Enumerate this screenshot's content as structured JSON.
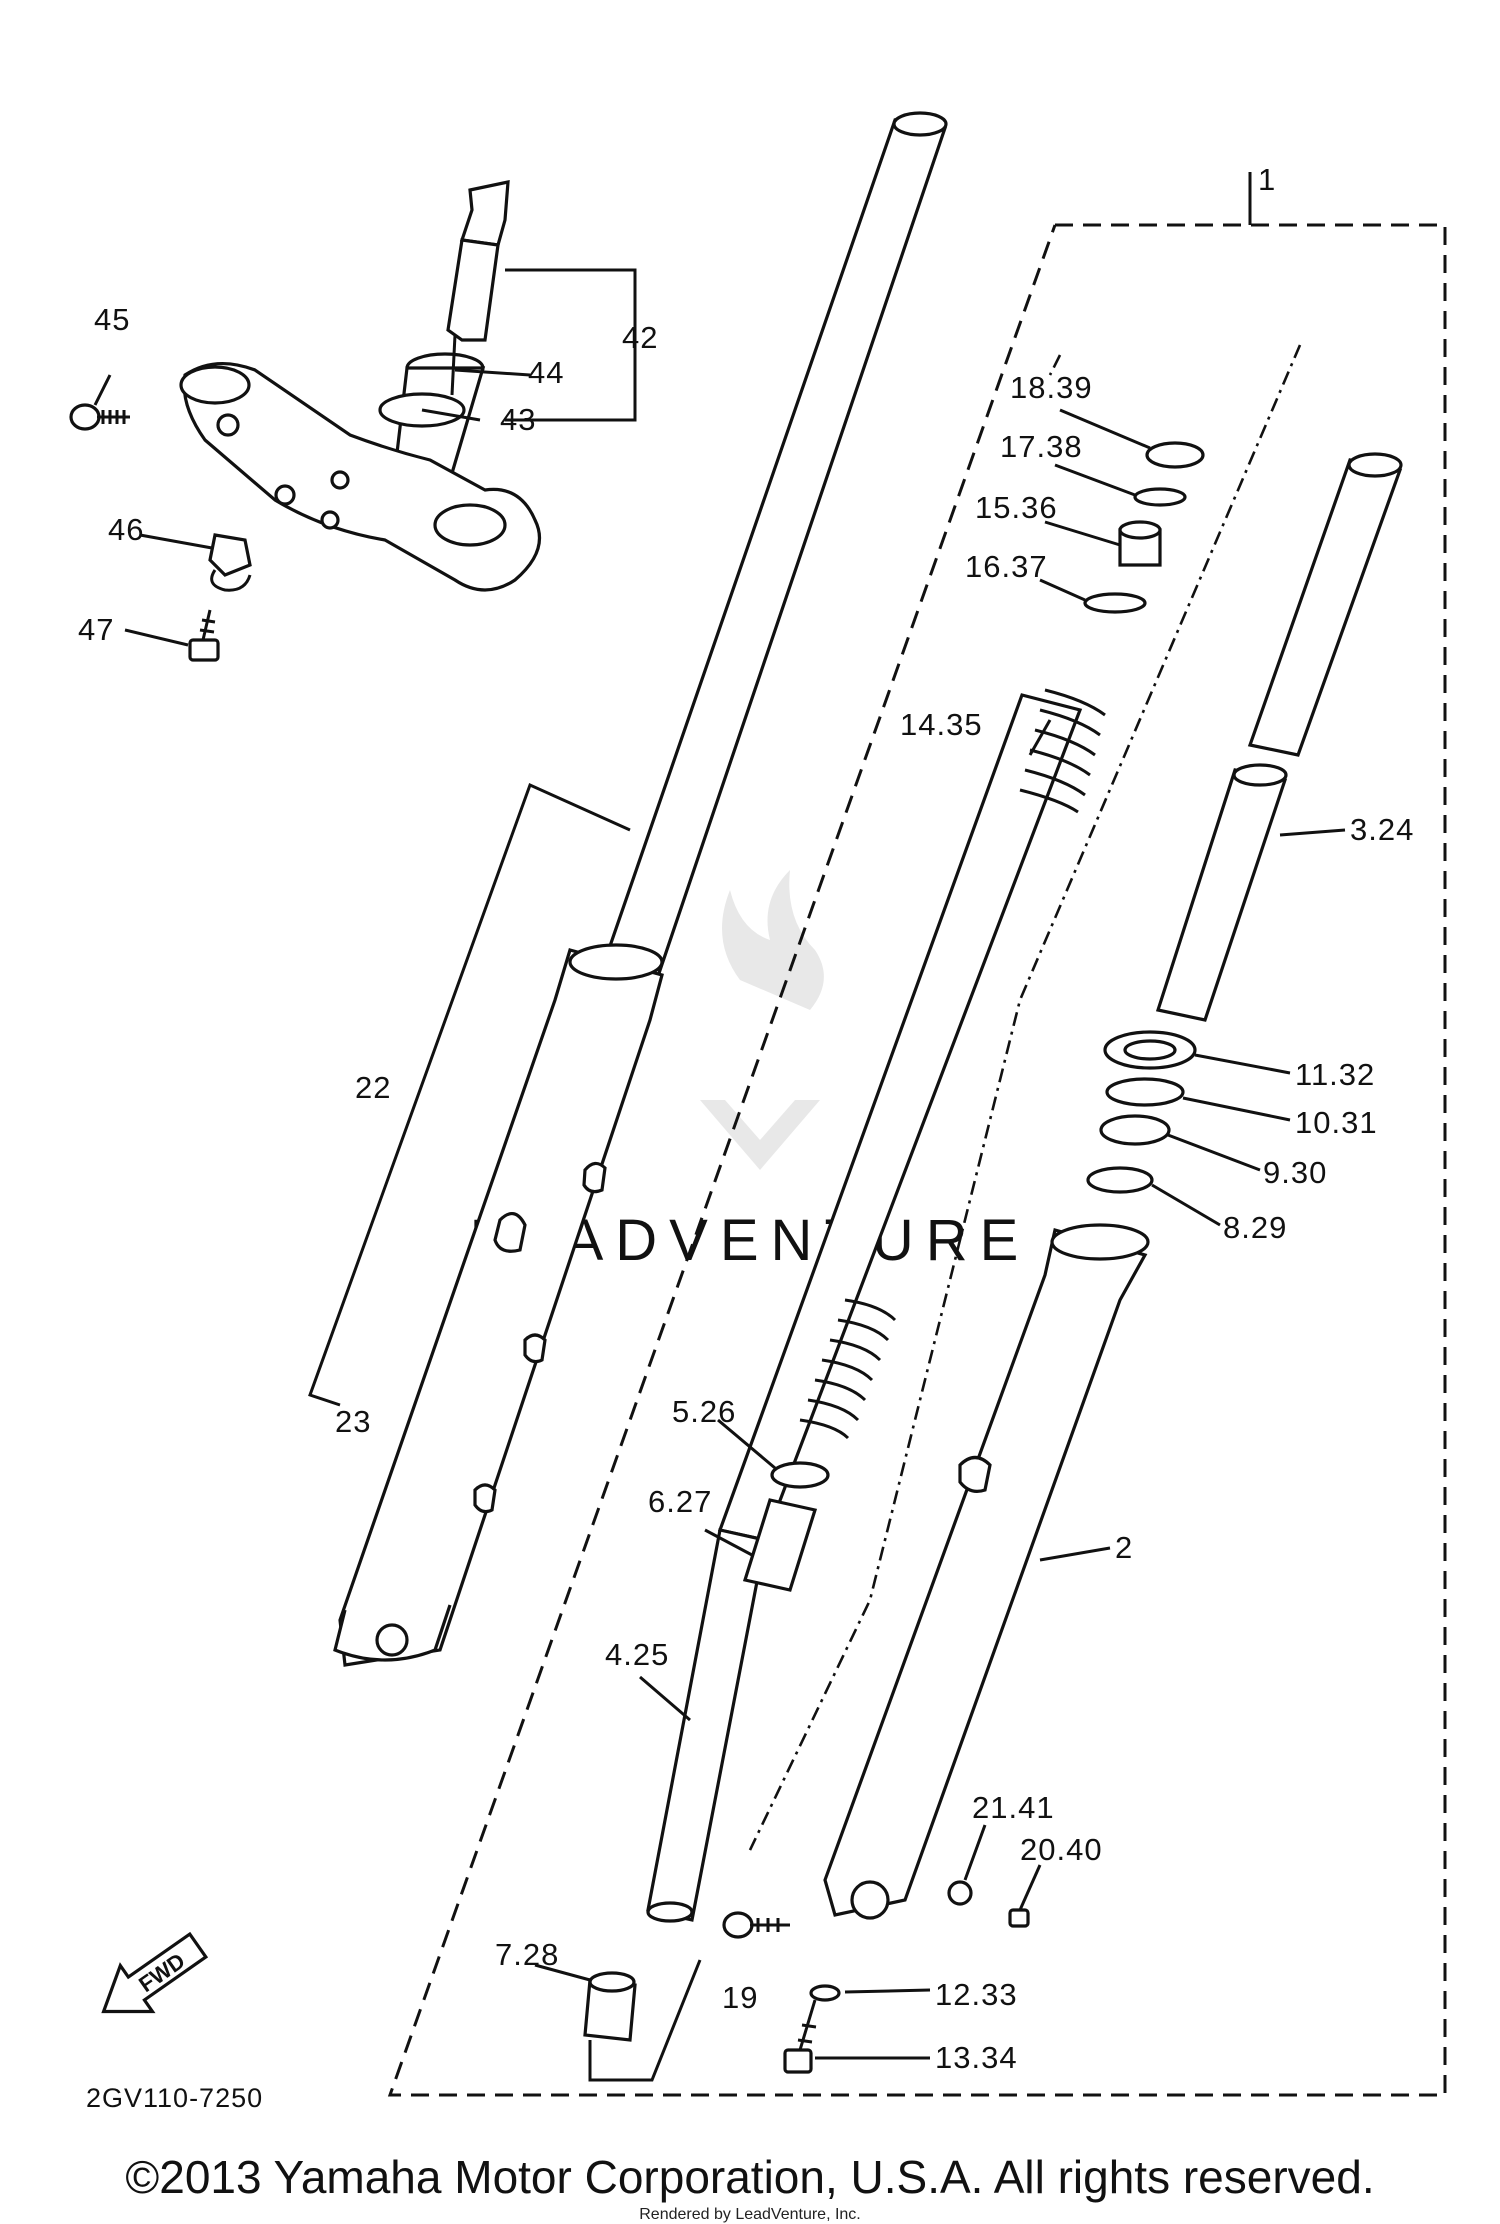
{
  "diagram_code": "2GV110-7250",
  "watermark": "LEADVENTURE",
  "fwd_label": "FWD",
  "copyright": "©2013 Yamaha Motor Corporation, U.S.A. All rights reserved.",
  "rendered_by": "Rendered by LeadVenture, Inc.",
  "callouts": {
    "c1": "1",
    "c2": "2",
    "c3_24": "3.24",
    "c4_25": "4.25",
    "c5_26": "5.26",
    "c6_27": "6.27",
    "c7_28": "7.28",
    "c8_29": "8.29",
    "c9_30": "9.30",
    "c10_31": "10.31",
    "c11_32": "11.32",
    "c12_33": "12.33",
    "c13_34": "13.34",
    "c14_35": "14.35",
    "c15_36": "15.36",
    "c16_37": "16.37",
    "c17_38": "17.38",
    "c18_39": "18.39",
    "c19": "19",
    "c20_40": "20.40",
    "c21_41": "21.41",
    "c22": "22",
    "c23": "23",
    "c42": "42",
    "c43": "43",
    "c44": "44",
    "c45": "45",
    "c46": "46",
    "c47": "47"
  }
}
